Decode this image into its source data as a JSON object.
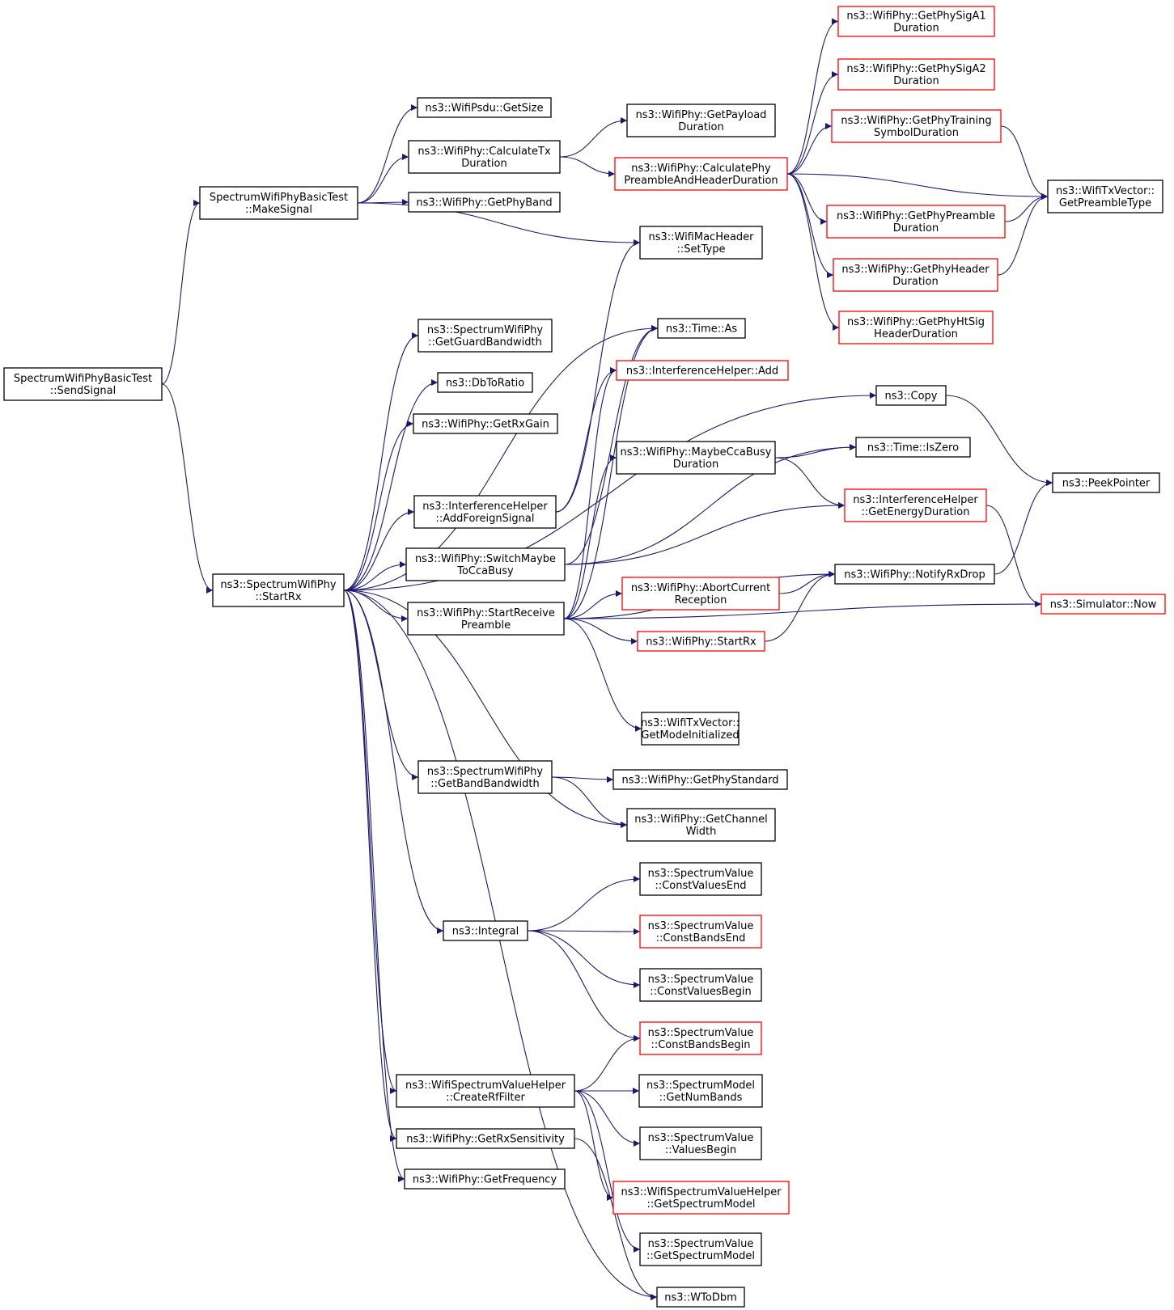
{
  "colors": {
    "edge": "#191970",
    "normal_border": "#000000",
    "red_border": "#ff0000",
    "root_fill": "#bfbfbf",
    "text": "#000000"
  },
  "nodes": [
    {
      "id": "sendsignal",
      "lines": [
        "SpectrumWifiPhyBasicTest",
        "::SendSignal"
      ],
      "style": "root"
    },
    {
      "id": "makesignal",
      "lines": [
        "SpectrumWifiPhyBasicTest",
        "::MakeSignal"
      ],
      "style": "normal"
    },
    {
      "id": "startrx",
      "lines": [
        "ns3::SpectrumWifiPhy",
        "::StartRx"
      ],
      "style": "normal"
    },
    {
      "id": "psdu_getsize",
      "lines": [
        "ns3::WifiPsdu::GetSize"
      ],
      "style": "normal"
    },
    {
      "id": "calctx",
      "lines": [
        "ns3::WifiPhy::CalculateTx",
        "Duration"
      ],
      "style": "normal"
    },
    {
      "id": "getphyband",
      "lines": [
        "ns3::WifiPhy::GetPhyBand"
      ],
      "style": "normal"
    },
    {
      "id": "getpayload",
      "lines": [
        "ns3::WifiPhy::GetPayload",
        "Duration"
      ],
      "style": "normal"
    },
    {
      "id": "calcpreamble",
      "lines": [
        "ns3::WifiPhy::CalculatePhy",
        "PreambleAndHeaderDuration"
      ],
      "style": "red"
    },
    {
      "id": "settype",
      "lines": [
        "ns3::WifiMacHeader",
        "::SetType"
      ],
      "style": "normal"
    },
    {
      "id": "sigA1",
      "lines": [
        "ns3::WifiPhy::GetPhySigA1",
        "Duration"
      ],
      "style": "red"
    },
    {
      "id": "sigA2",
      "lines": [
        "ns3::WifiPhy::GetPhySigA2",
        "Duration"
      ],
      "style": "red"
    },
    {
      "id": "training",
      "lines": [
        "ns3::WifiPhy::GetPhyTraining",
        "SymbolDuration"
      ],
      "style": "red"
    },
    {
      "id": "phypreamble",
      "lines": [
        "ns3::WifiPhy::GetPhyPreamble",
        "Duration"
      ],
      "style": "red"
    },
    {
      "id": "phyheader",
      "lines": [
        "ns3::WifiPhy::GetPhyHeader",
        "Duration"
      ],
      "style": "red"
    },
    {
      "id": "htsig",
      "lines": [
        "ns3::WifiPhy::GetPhyHtSig",
        "HeaderDuration"
      ],
      "style": "red"
    },
    {
      "id": "preambletype",
      "lines": [
        "ns3::WifiTxVector::",
        "GetPreambleType"
      ],
      "style": "normal"
    },
    {
      "id": "guardbw",
      "lines": [
        "ns3::SpectrumWifiPhy",
        "::GetGuardBandwidth"
      ],
      "style": "normal"
    },
    {
      "id": "dbtoratio",
      "lines": [
        "ns3::DbToRatio"
      ],
      "style": "normal"
    },
    {
      "id": "rxgain",
      "lines": [
        "ns3::WifiPhy::GetRxGain"
      ],
      "style": "normal"
    },
    {
      "id": "foreign",
      "lines": [
        "ns3::InterferenceHelper",
        "::AddForeignSignal"
      ],
      "style": "normal"
    },
    {
      "id": "switchcca",
      "lines": [
        "ns3::WifiPhy::SwitchMaybe",
        "ToCcaBusy"
      ],
      "style": "normal"
    },
    {
      "id": "startpre",
      "lines": [
        "ns3::WifiPhy::StartReceive",
        "Preamble"
      ],
      "style": "normal"
    },
    {
      "id": "timeas",
      "lines": [
        "ns3::Time::As"
      ],
      "style": "normal"
    },
    {
      "id": "ihadd",
      "lines": [
        "ns3::InterferenceHelper::Add"
      ],
      "style": "red"
    },
    {
      "id": "copy",
      "lines": [
        "ns3::Copy"
      ],
      "style": "normal"
    },
    {
      "id": "iszero",
      "lines": [
        "ns3::Time::IsZero"
      ],
      "style": "normal"
    },
    {
      "id": "maybecca",
      "lines": [
        "ns3::WifiPhy::MaybeCcaBusy",
        "Duration"
      ],
      "style": "normal"
    },
    {
      "id": "energy",
      "lines": [
        "ns3::InterferenceHelper",
        "::GetEnergyDuration"
      ],
      "style": "red"
    },
    {
      "id": "peek",
      "lines": [
        "ns3::PeekPointer"
      ],
      "style": "normal"
    },
    {
      "id": "notifydrop",
      "lines": [
        "ns3::WifiPhy::NotifyRxDrop"
      ],
      "style": "normal"
    },
    {
      "id": "abort",
      "lines": [
        "ns3::WifiPhy::AbortCurrent",
        "Reception"
      ],
      "style": "red"
    },
    {
      "id": "wstartrx",
      "lines": [
        "ns3::WifiPhy::StartRx"
      ],
      "style": "red"
    },
    {
      "id": "simnow",
      "lines": [
        "ns3::Simulator::Now"
      ],
      "style": "red"
    },
    {
      "id": "modeinit",
      "lines": [
        "ns3::WifiTxVector::",
        "GetModeInitialized"
      ],
      "style": "normal"
    },
    {
      "id": "bandbw",
      "lines": [
        "ns3::SpectrumWifiPhy",
        "::GetBandBandwidth"
      ],
      "style": "normal"
    },
    {
      "id": "phystd",
      "lines": [
        "ns3::WifiPhy::GetPhyStandard"
      ],
      "style": "normal"
    },
    {
      "id": "chwidth",
      "lines": [
        "ns3::WifiPhy::GetChannel",
        "Width"
      ],
      "style": "normal"
    },
    {
      "id": "integral",
      "lines": [
        "ns3::Integral"
      ],
      "style": "normal"
    },
    {
      "id": "cvend",
      "lines": [
        "ns3::SpectrumValue",
        "::ConstValuesEnd"
      ],
      "style": "normal"
    },
    {
      "id": "cbend",
      "lines": [
        "ns3::SpectrumValue",
        "::ConstBandsEnd"
      ],
      "style": "red"
    },
    {
      "id": "cvbegin",
      "lines": [
        "ns3::SpectrumValue",
        "::ConstValuesBegin"
      ],
      "style": "normal"
    },
    {
      "id": "cbbegin",
      "lines": [
        "ns3::SpectrumValue",
        "::ConstBandsBegin"
      ],
      "style": "red"
    },
    {
      "id": "rffilter",
      "lines": [
        "ns3::WifiSpectrumValueHelper",
        "::CreateRfFilter"
      ],
      "style": "normal"
    },
    {
      "id": "rxsens",
      "lines": [
        "ns3::WifiPhy::GetRxSensitivity"
      ],
      "style": "normal"
    },
    {
      "id": "freq",
      "lines": [
        "ns3::WifiPhy::GetFrequency"
      ],
      "style": "normal"
    },
    {
      "id": "numbands",
      "lines": [
        "ns3::SpectrumModel",
        "::GetNumBands"
      ],
      "style": "normal"
    },
    {
      "id": "valbegin",
      "lines": [
        "ns3::SpectrumValue",
        "::ValuesBegin"
      ],
      "style": "normal"
    },
    {
      "id": "wsvhmodel",
      "lines": [
        "ns3::WifiSpectrumValueHelper",
        "::GetSpectrumModel"
      ],
      "style": "red"
    },
    {
      "id": "svmodel",
      "lines": [
        "ns3::SpectrumValue",
        "::GetSpectrumModel"
      ],
      "style": "normal"
    },
    {
      "id": "wtodbm",
      "lines": [
        "ns3::WToDbm"
      ],
      "style": "normal"
    }
  ],
  "edges": [
    [
      "sendsignal",
      "makesignal"
    ],
    [
      "sendsignal",
      "startrx"
    ],
    [
      "makesignal",
      "psdu_getsize"
    ],
    [
      "makesignal",
      "calctx"
    ],
    [
      "makesignal",
      "getphyband"
    ],
    [
      "makesignal",
      "settype"
    ],
    [
      "calctx",
      "getpayload"
    ],
    [
      "calctx",
      "calcpreamble"
    ],
    [
      "calcpreamble",
      "sigA1"
    ],
    [
      "calcpreamble",
      "sigA2"
    ],
    [
      "calcpreamble",
      "training"
    ],
    [
      "calcpreamble",
      "preambletype"
    ],
    [
      "calcpreamble",
      "phypreamble"
    ],
    [
      "calcpreamble",
      "phyheader"
    ],
    [
      "calcpreamble",
      "htsig"
    ],
    [
      "training",
      "preambletype"
    ],
    [
      "phypreamble",
      "preambletype"
    ],
    [
      "phyheader",
      "preambletype"
    ],
    [
      "startrx",
      "copy"
    ],
    [
      "startrx",
      "guardbw"
    ],
    [
      "startrx",
      "dbtoratio"
    ],
    [
      "startrx",
      "rxgain"
    ],
    [
      "startrx",
      "timeas"
    ],
    [
      "startrx",
      "foreign"
    ],
    [
      "startrx",
      "switchcca"
    ],
    [
      "startrx",
      "startpre"
    ],
    [
      "startrx",
      "bandbw"
    ],
    [
      "startrx",
      "chwidth"
    ],
    [
      "startrx",
      "integral"
    ],
    [
      "startrx",
      "rffilter"
    ],
    [
      "startrx",
      "rxsens"
    ],
    [
      "startrx",
      "freq"
    ],
    [
      "startrx",
      "wtodbm"
    ],
    [
      "foreign",
      "settype"
    ],
    [
      "foreign",
      "ihadd"
    ],
    [
      "switchcca",
      "timeas"
    ],
    [
      "switchcca",
      "iszero"
    ],
    [
      "switchcca",
      "energy"
    ],
    [
      "startpre",
      "timeas"
    ],
    [
      "startpre",
      "ihadd"
    ],
    [
      "startpre",
      "maybecca"
    ],
    [
      "startpre",
      "notifydrop"
    ],
    [
      "startpre",
      "abort"
    ],
    [
      "startpre",
      "wstartrx"
    ],
    [
      "startpre",
      "simnow"
    ],
    [
      "startpre",
      "modeinit"
    ],
    [
      "maybecca",
      "iszero"
    ],
    [
      "maybecca",
      "energy"
    ],
    [
      "copy",
      "peek"
    ],
    [
      "energy",
      "simnow"
    ],
    [
      "notifydrop",
      "peek"
    ],
    [
      "abort",
      "notifydrop"
    ],
    [
      "wstartrx",
      "notifydrop"
    ],
    [
      "bandbw",
      "phystd"
    ],
    [
      "bandbw",
      "chwidth"
    ],
    [
      "integral",
      "cvend"
    ],
    [
      "integral",
      "cbend"
    ],
    [
      "integral",
      "cvbegin"
    ],
    [
      "integral",
      "cbbegin"
    ],
    [
      "rffilter",
      "cbbegin"
    ],
    [
      "rffilter",
      "numbands"
    ],
    [
      "rffilter",
      "valbegin"
    ],
    [
      "rffilter",
      "wsvhmodel"
    ],
    [
      "rffilter",
      "svmodel"
    ],
    [
      "rxsens",
      "wtodbm"
    ]
  ]
}
